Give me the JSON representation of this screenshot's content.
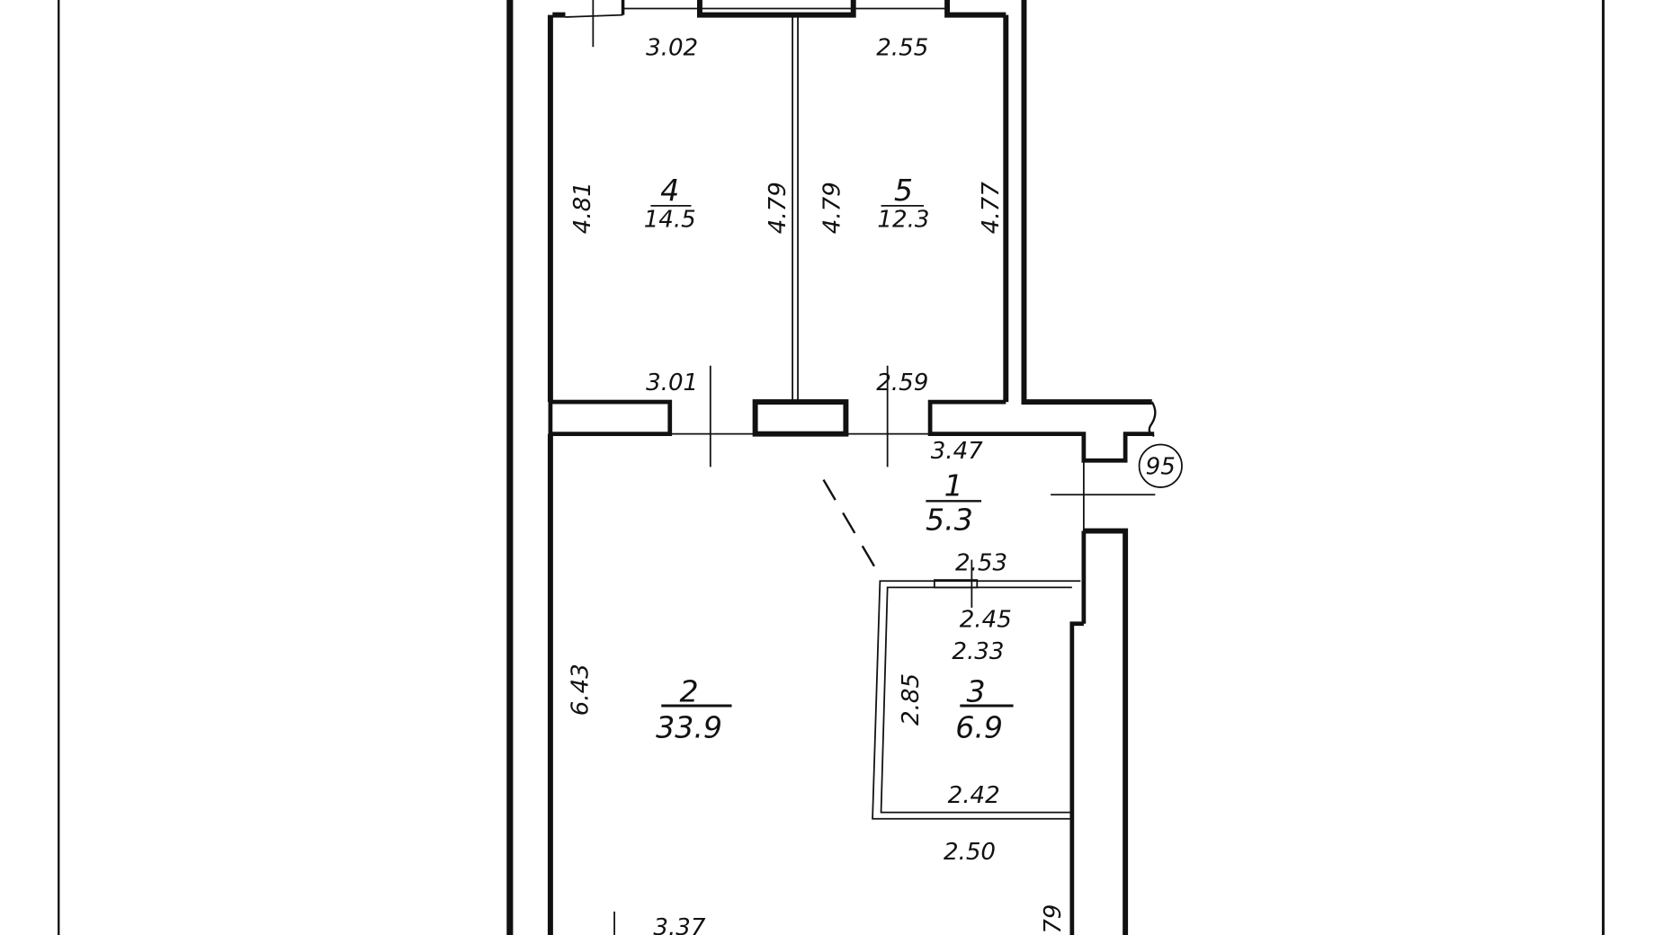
{
  "plan": {
    "outline_label": "95",
    "rooms": [
      {
        "number": "1",
        "area": "5.3"
      },
      {
        "number": "2",
        "area": "33.9"
      },
      {
        "number": "3",
        "area": "6.9"
      },
      {
        "number": "4",
        "area": "14.5"
      },
      {
        "number": "5",
        "area": "12.3"
      }
    ],
    "dimensions": {
      "r4_top": "3.02",
      "r5_top": "2.55",
      "r4_left": "4.81",
      "r4_right": "4.79",
      "r5_left": "4.79",
      "r5_right": "4.77",
      "r4_bottom": "3.01",
      "r5_bottom": "2.59",
      "r1_top": "3.47",
      "r1_bottom": "2.53",
      "r3_top": "2.45",
      "r3_top2": "2.33",
      "r3_left": "2.85",
      "r3_bottom": "2.42",
      "r2_left": "6.43",
      "r2_mid": "2.50",
      "r2_bottom": "3.37",
      "r2_right": "79"
    }
  }
}
